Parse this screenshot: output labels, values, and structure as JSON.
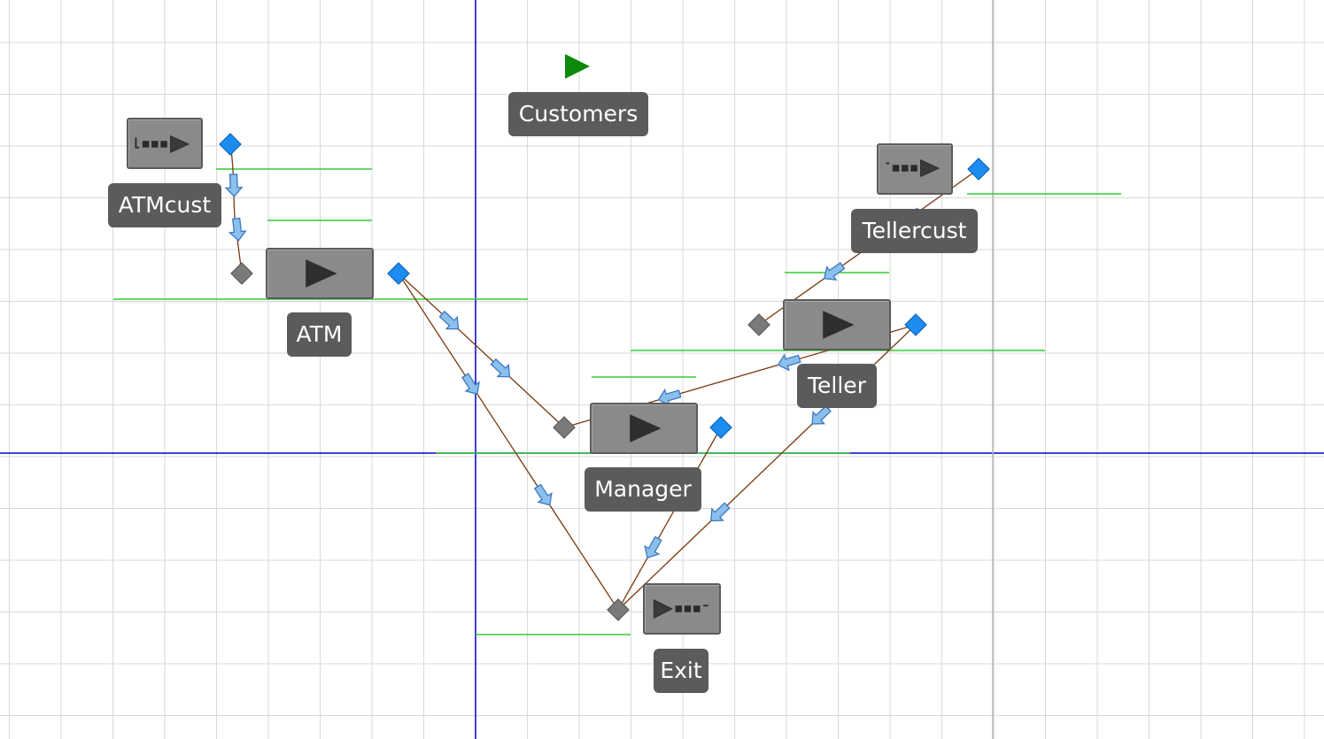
{
  "colors": {
    "grid": "#d9d9d9",
    "axis": "#0000cc",
    "queue_line": "#33cc33",
    "connector": "#7a3a10",
    "arrow_fill": "#8cc0ec",
    "arrow_stroke": "#3a78c2",
    "block_fill": "#8a8a8a",
    "label_bg": "#5b5b5b",
    "out_port": "#1c8cf0",
    "in_port": "#7a7a7a",
    "start_flag": "#0b8a0b"
  },
  "source": {
    "label": "Customers",
    "icon": "start-flag-icon"
  },
  "blocks": {
    "atmcust": {
      "label": "ATMcust",
      "icon": "enter-queue-icon"
    },
    "atm": {
      "label": "ATM",
      "icon": "play-icon"
    },
    "tellercust": {
      "label": "Tellercust",
      "icon": "enter-queue-icon"
    },
    "teller": {
      "label": "Teller",
      "icon": "play-icon"
    },
    "manager": {
      "label": "Manager",
      "icon": "play-icon"
    },
    "exit": {
      "label": "Exit",
      "icon": "exit-queue-icon"
    }
  },
  "connections": [
    {
      "from": "ATMcust",
      "to": "ATM"
    },
    {
      "from": "ATM",
      "to": "Manager"
    },
    {
      "from": "ATM",
      "to": "Exit"
    },
    {
      "from": "Tellercust",
      "to": "Teller"
    },
    {
      "from": "Teller",
      "to": "Manager"
    },
    {
      "from": "Teller",
      "to": "Exit"
    },
    {
      "from": "Manager",
      "to": "Exit"
    }
  ]
}
